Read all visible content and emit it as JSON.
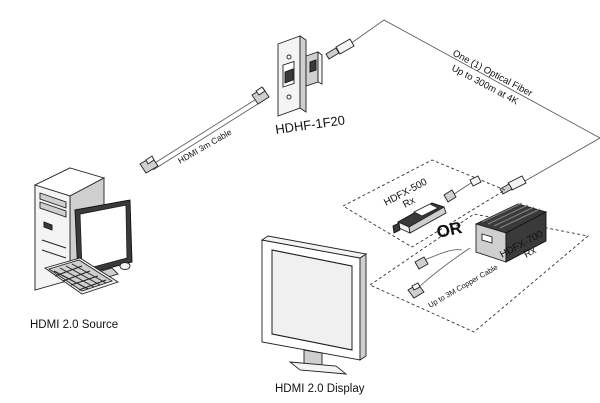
{
  "labels": {
    "source_caption": "HDMI 2.0 Source",
    "display_caption": "HDMI 2.0 Display",
    "transmitter_model": "HDHF-1F20",
    "hdmi_cable": "HDMI 3m Cable",
    "fiber_line1": "One (1) Optical Fiber",
    "fiber_line2": "Up to 300m at 4K",
    "rx_option1_line1": "HDFX-500",
    "rx_option1_line2": "Rx",
    "or_text": "OR",
    "rx_option2_line1": "HDFX-700",
    "rx_option2_line2": "Rx",
    "copper_cable": "Up to 3M Copper Cable"
  },
  "icons": {
    "source": "desktop-computer-icon",
    "display": "monitor-icon",
    "transmitter": "wall-plate-icon",
    "rx_option1": "dongle-receiver-icon",
    "rx_option2": "box-receiver-icon"
  }
}
